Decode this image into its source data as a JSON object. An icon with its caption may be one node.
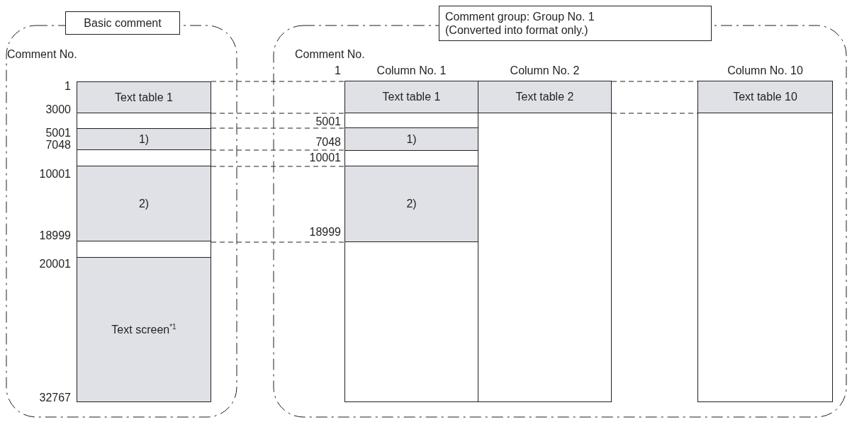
{
  "diagram": {
    "nodes": [
      {
        "text": [
          "Basic comment"
        ]
      },
      {
        "text": [
          "Text table 1"
        ],
        "in": 0
      },
      {
        "text": [],
        "shape": "box",
        "in": 0
      },
      {
        "text": [
          "1)"
        ],
        "in": 0
      },
      {
        "text": [],
        "shape": "box",
        "in": 0
      },
      {
        "text": [
          "2)"
        ],
        "in": 0
      },
      {
        "text": [],
        "shape": "box",
        "in": 0
      },
      {
        "text": [
          "Text screen$^{*1}$"
        ],
        "in": 0
      },
      {
        "text": [
          "Comment group: Group No. 1 (Converted into format only.)"
        ]
      },
      {
        "text": [
          "Column No. 1"
        ],
        "in": 8
      },
      {
        "text": [
          "Text table 1"
        ],
        "in": 9
      },
      {
        "text": [],
        "shape": "box",
        "in": 9
      },
      {
        "text": [
          "1)"
        ],
        "in": 9
      },
      {
        "text": [],
        "shape": "box",
        "in": 9
      },
      {
        "text": [
          "2)"
        ],
        "in": 9
      },
      {
        "text": [
          "Column No. 2"
        ],
        "in": 8
      },
      {
        "text": [
          "Text table 2"
        ],
        "in": 15
      },
      {
        "text": [
          "Column No. 10"
        ],
        "in": 8
      },
      {
        "text": [
          "Text table 10"
        ],
        "in": 17
      }
    ],
    "edges": [
      {
        "from": 1,
        "to": 10,
        "arrow": "none",
        "style": "dashed"
      },
      {
        "from": 2,
        "to": 10,
        "arrow": "none",
        "style": "dashed"
      },
      {
        "from": 2,
        "to": 12,
        "arrow": "none",
        "style": "dashed"
      },
      {
        "from": 4,
        "to": 12,
        "arrow": "none",
        "style": "dashed"
      },
      {
        "from": 4,
        "to": 14,
        "arrow": "none",
        "style": "dashed"
      },
      {
        "from": 6,
        "to": 14,
        "arrow": "none",
        "style": "dashed"
      },
      {
        "from": 16,
        "to": 18,
        "arrow": "none",
        "style": "dashed"
      },
      {
        "from": 16,
        "to": 18,
        "arrow": "none",
        "style": "dashed"
      }
    ],
    "labels": [
      "Comment No.",
      "1",
      "3000",
      "5001",
      "7048",
      "10001",
      "18999",
      "20001",
      "32767",
      "Comment No.",
      "1",
      "5001",
      "7048",
      "10001",
      "18999"
    ]
  }
}
